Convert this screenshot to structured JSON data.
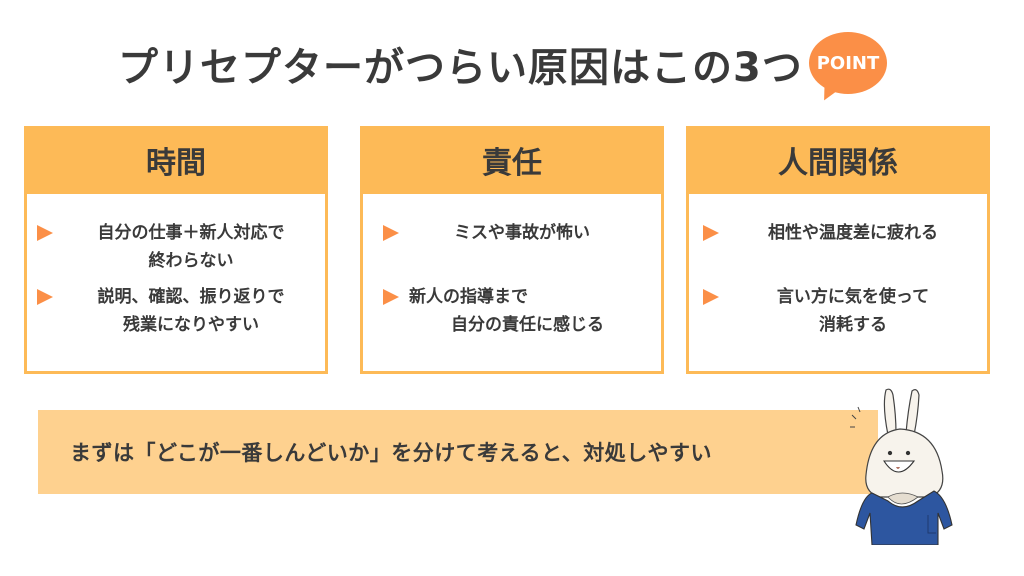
{
  "title": "プリセプターがつらい原因はこの3つ",
  "badge": {
    "label": "POINT",
    "color": "#fb8f47"
  },
  "colors": {
    "card_header": "#fdba57",
    "card_border": "#fdba57",
    "bullet": "#fb8f47",
    "banner": "#fed18f",
    "text": "#3a3a3a"
  },
  "cards": [
    {
      "heading": "時間",
      "items": [
        {
          "lines": [
            "自分の仕事＋新人対応で",
            "終わらない"
          ]
        },
        {
          "lines": [
            "説明、確認、振り返りで",
            "残業になりやすい"
          ]
        }
      ]
    },
    {
      "heading": "責任",
      "items": [
        {
          "lines": [
            "ミスや事故が怖い"
          ]
        },
        {
          "lines": [
            "新人の指導まで",
            "自分の責任に感じる"
          ]
        }
      ]
    },
    {
      "heading": "人間関係",
      "items": [
        {
          "lines": [
            "相性や温度差に疲れる"
          ]
        },
        {
          "lines": [
            "言い方に気を使って",
            "消耗する"
          ]
        }
      ]
    }
  ],
  "banner": {
    "text": "まずは「どこが一番しんどいか」を分けて考えると、対処しやすい"
  },
  "illustration": {
    "name": "rabbit-nurse-character"
  }
}
